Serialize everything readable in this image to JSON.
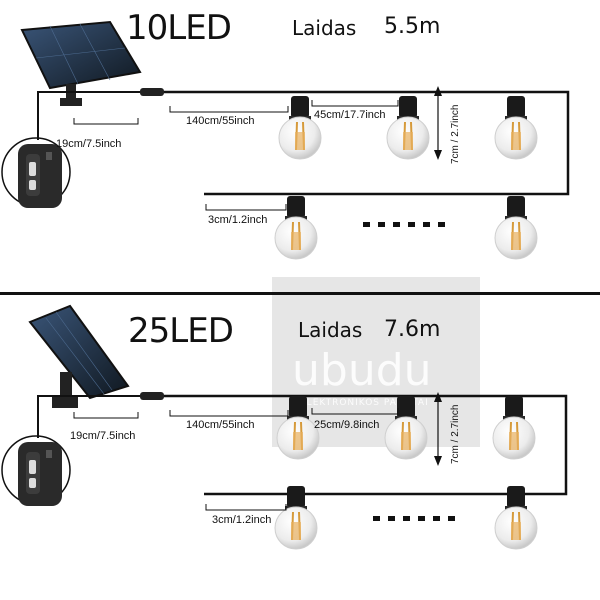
{
  "top": {
    "title": "10LED",
    "cable_label": "Laidas",
    "cable_length": "5.5m",
    "dims": {
      "lead": "140cm/55inch",
      "spacing": "45cm/17.7inch",
      "height": "7cm / 2.7inch",
      "panel": "19cm/7.5inch",
      "bulb": "3cm/1.2inch"
    }
  },
  "bottom": {
    "title": "25LED",
    "cable_label": "Laidas",
    "cable_length": "7.6m",
    "dims": {
      "lead": "140cm/55inch",
      "spacing": "25cm/9.8inch",
      "height": "7cm / 2.7inch",
      "panel": "19cm/7.5inch",
      "bulb": "3cm/1.2inch"
    }
  },
  "watermark": {
    "brand": "ubudu",
    "sub": "ELEKTRONIKOS PAMATAI"
  },
  "colors": {
    "line": "#111111",
    "bulb_glass": "#f2f2f2",
    "filament": "#e0a040",
    "panel": "#1c2a3a"
  }
}
